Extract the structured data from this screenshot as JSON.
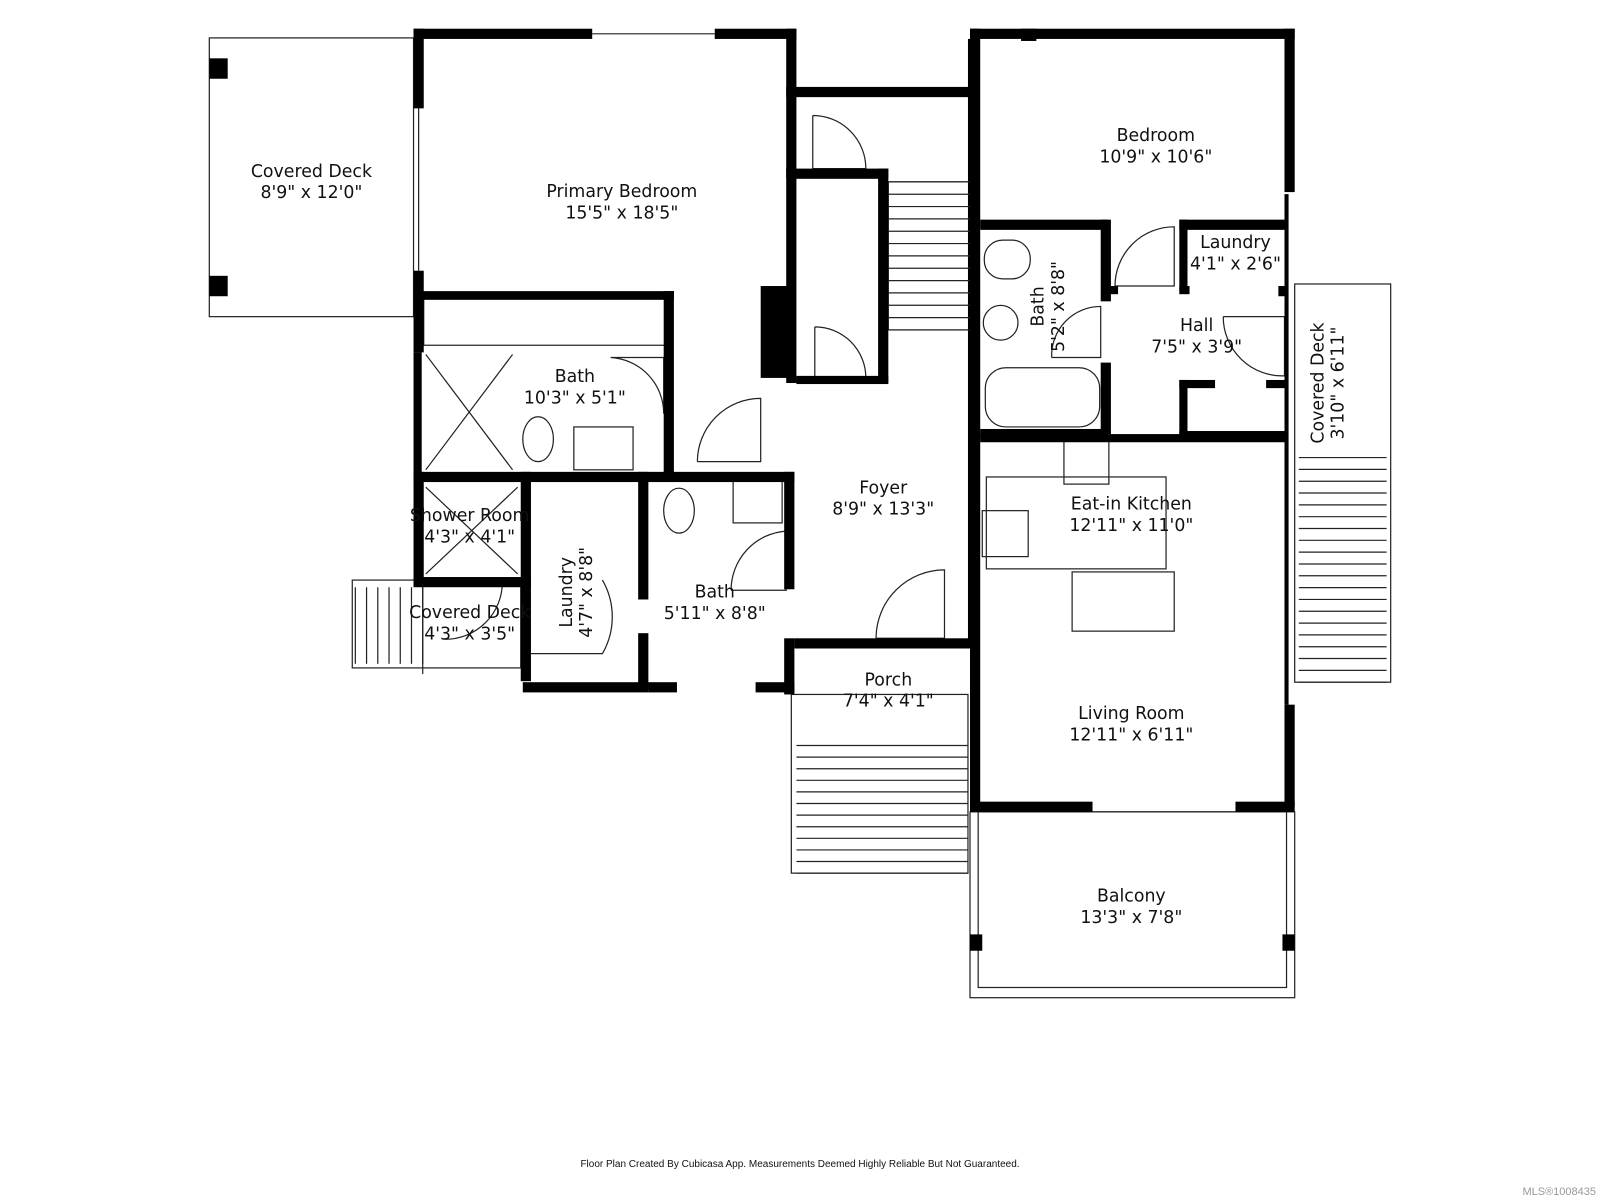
{
  "rooms": [
    {
      "name": "Covered Deck",
      "size": "8'9\" x 12'0\""
    },
    {
      "name": "Primary Bedroom",
      "size": "15'5\" x 18'5\""
    },
    {
      "name": "Bath",
      "size": "10'3\" x 5'1\""
    },
    {
      "name": "Shower Room",
      "size": "4'3\" x 4'1\""
    },
    {
      "name": "Covered Deck",
      "size": "4'3\" x 3'5\""
    },
    {
      "name": "Laundry",
      "size": "4'7\" x 8'8\""
    },
    {
      "name": "Bath",
      "size": "5'11\" x 8'8\""
    },
    {
      "name": "Foyer",
      "size": "8'9\" x 13'3\""
    },
    {
      "name": "Porch",
      "size": "7'4\" x 4'1\""
    },
    {
      "name": "Bedroom",
      "size": "10'9\" x 10'6\""
    },
    {
      "name": "Bath",
      "size": "5'2\" x 8'8\""
    },
    {
      "name": "Laundry",
      "size": "4'1\" x 2'6\""
    },
    {
      "name": "Hall",
      "size": "7'5\" x 3'9\""
    },
    {
      "name": "Covered Deck",
      "size": "3'10\" x 6'11\""
    },
    {
      "name": "Eat-in Kitchen",
      "size": "12'11\" x 11'0\""
    },
    {
      "name": "Living Room",
      "size": "12'11\" x 6'11\""
    },
    {
      "name": "Balcony",
      "size": "13'3\" x 7'8\""
    }
  ],
  "footer": "Floor Plan Created By Cubicasa App. Measurements Deemed Highly Reliable But Not Guaranteed.",
  "watermark": "MLS®1008435"
}
